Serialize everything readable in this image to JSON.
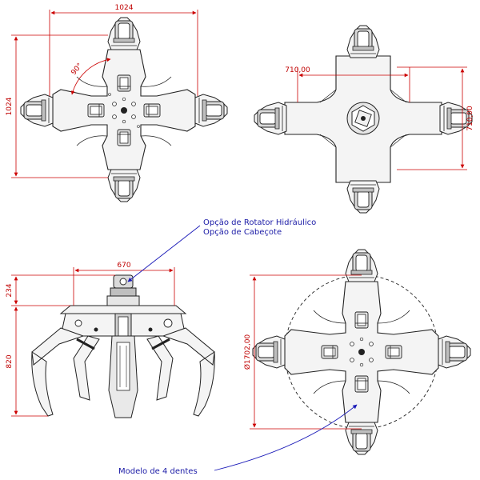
{
  "colors": {
    "line": "#222222",
    "dimension": "#cc0000",
    "callout": "#1a1ab8",
    "fill_light": "#f4f4f4",
    "fill_dark": "#bfbfbf"
  },
  "views": {
    "top_left": {
      "width_dim": "1024",
      "height_dim": "1024",
      "angle_dim": "90°"
    },
    "top_right": {
      "width_dim": "710,00",
      "height_dim": "710,00"
    },
    "bottom_left": {
      "width_dim": "670",
      "upper_height_dim": "234",
      "lower_height_dim": "820"
    },
    "bottom_right": {
      "diameter_dim": "Ø1702,00"
    }
  },
  "callouts": {
    "rotator": {
      "line1": "Opção de Rotator Hidráulico",
      "line2": "Opção de Cabeçote"
    },
    "model": "Modelo de 4 dentes"
  }
}
